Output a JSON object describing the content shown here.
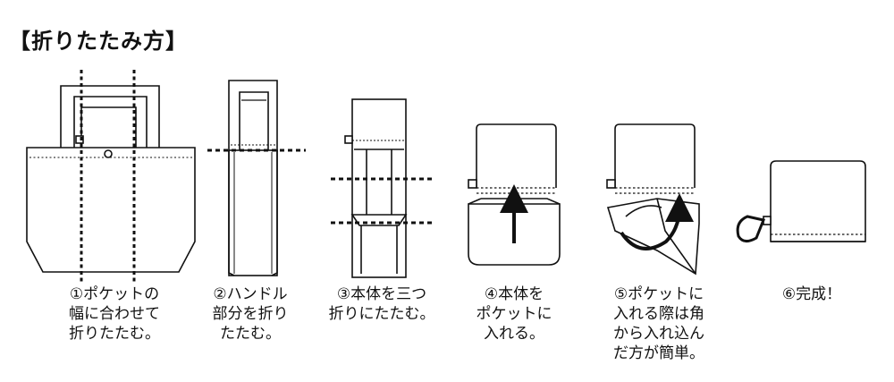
{
  "title": "【折りたたみ方】",
  "steps": [
    {
      "lines": [
        "①ポケットの",
        "幅に合わせて",
        "折りたたむ。"
      ]
    },
    {
      "lines": [
        "②ハンドル",
        "部分を折り",
        "たたむ。"
      ]
    },
    {
      "lines": [
        "③本体を三つ",
        "折りにたたむ。"
      ]
    },
    {
      "lines": [
        "④本体を",
        "ポケットに",
        "入れる。"
      ]
    },
    {
      "lines": [
        "⑤ポケットに",
        "入れる際は角",
        "から入れ込ん",
        "だ方が簡単。"
      ]
    },
    {
      "lines": [
        "⑥完成！"
      ]
    }
  ]
}
